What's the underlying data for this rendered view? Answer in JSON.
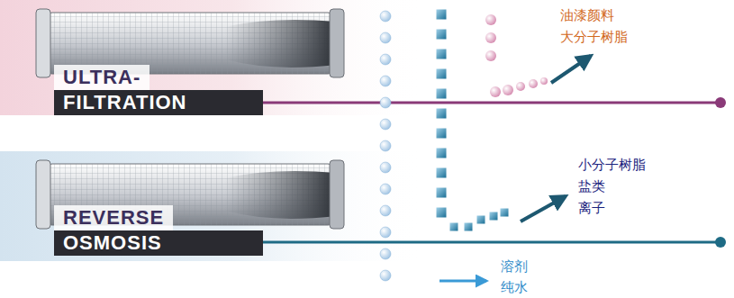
{
  "diagram": {
    "nodes": [
      {
        "text": [
          "ULTRA-",
          "FILTRATION"
        ]
      },
      {
        "text": [
          "REVERSE",
          "OSMOSIS"
        ]
      }
    ],
    "labels": [
      "油漆颜料",
      "大分子树脂",
      "小分子树脂",
      "盐类",
      "离子",
      "溶剂",
      "纯水"
    ]
  }
}
